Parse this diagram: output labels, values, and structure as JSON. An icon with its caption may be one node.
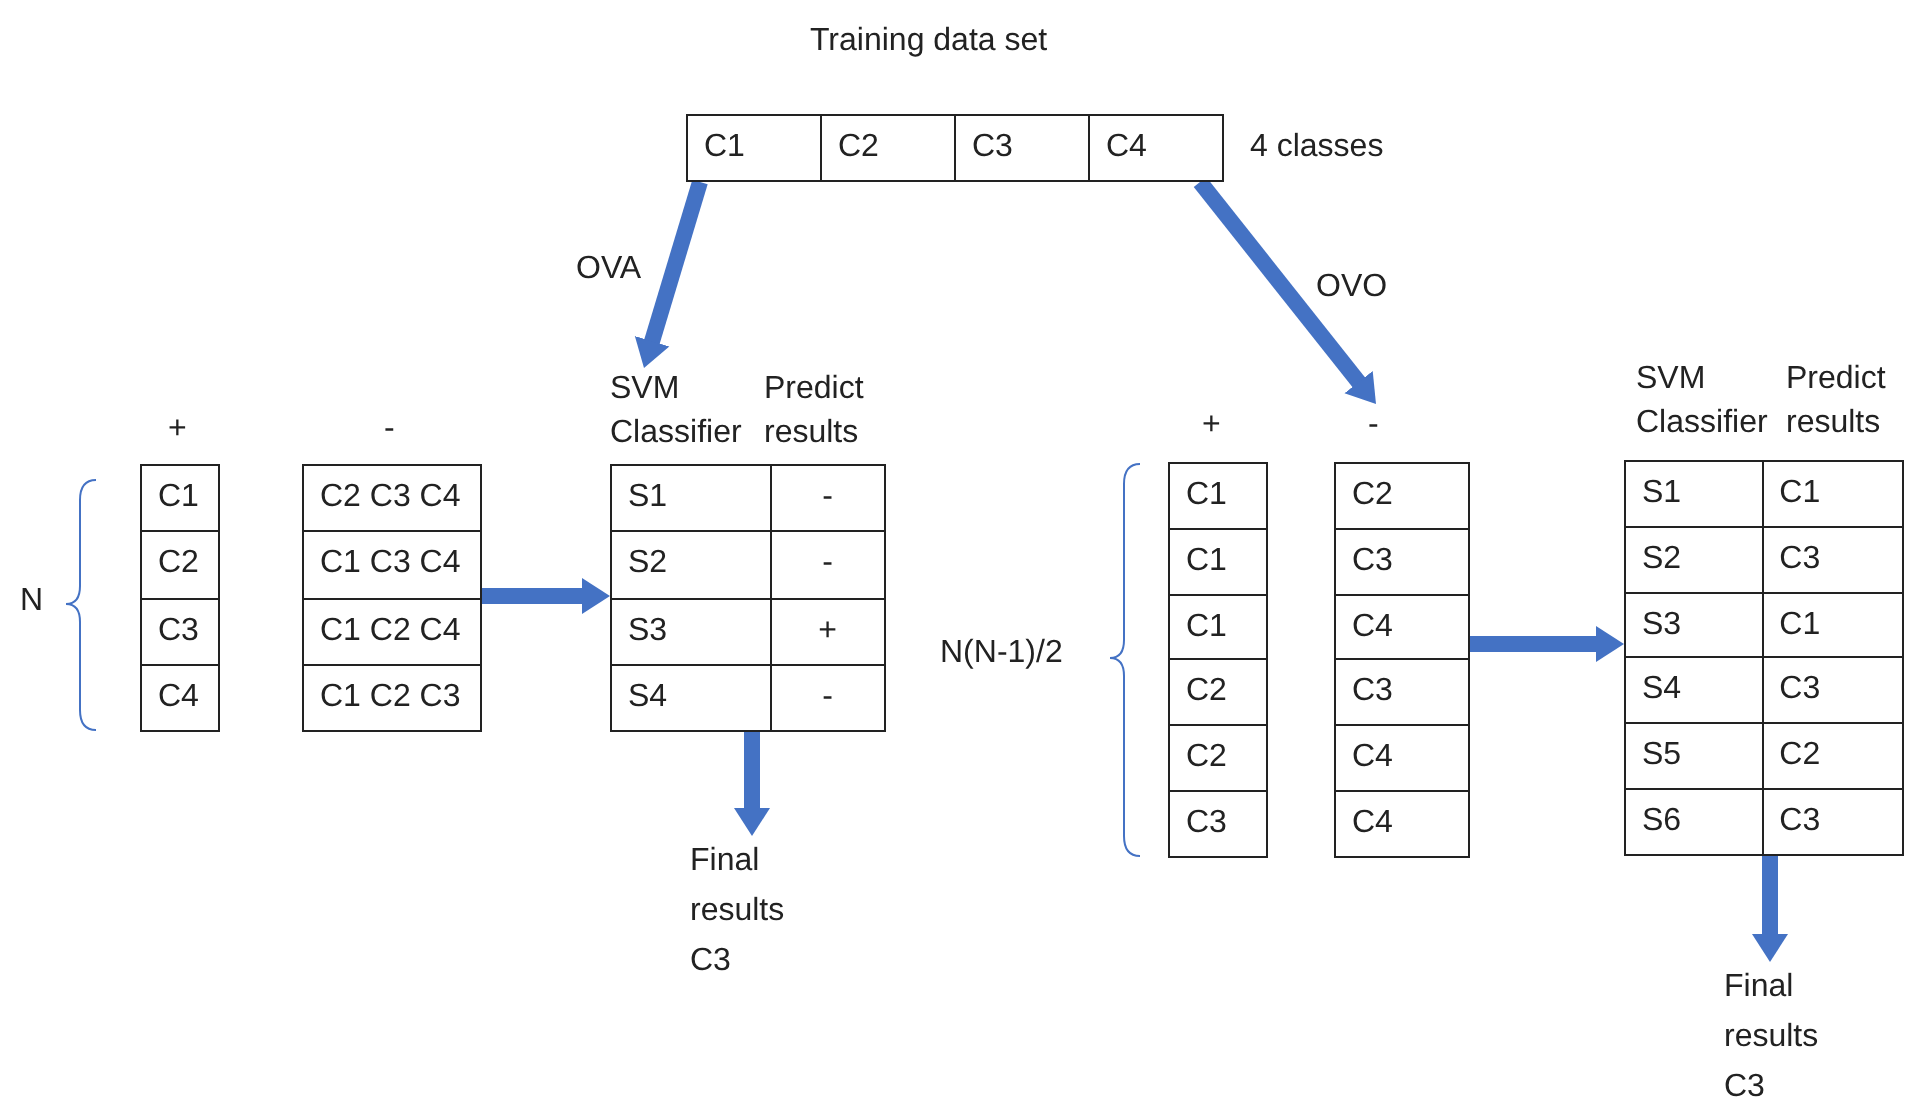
{
  "diagram": {
    "nodes": [
      {
        "text": [
          "Training data set",
          "C1",
          "C2",
          "C3",
          "C4"
        ],
        "beside": [
          "4 classes"
        ]
      },
      {
        "text": [
          "+",
          "C1",
          "C2",
          "C3",
          "C4"
        ]
      },
      {
        "text": [
          "-",
          "C2 C3 C4",
          "C1 C3 C4",
          "C1 C2 C4",
          "C1 C2 C3"
        ]
      },
      {
        "text": [
          "SVM Classifier",
          "Predict results",
          "S1",
          "-",
          "S2",
          "-",
          "S3",
          "+",
          "S4",
          "-"
        ]
      },
      {
        "text": [
          "Final results",
          "C3"
        ]
      },
      {
        "text": [
          "+",
          "C1",
          "C1",
          "C1",
          "C2",
          "C2",
          "C3"
        ]
      },
      {
        "text": [
          "-",
          "C2",
          "C3",
          "C4",
          "C3",
          "C4",
          "C4"
        ]
      },
      {
        "text": [
          "SVM Classifier",
          "Predict results",
          "S1",
          "C1",
          "S2",
          "C3",
          "S3",
          "C1",
          "S4",
          "C3",
          "S5",
          "C2",
          "S6",
          "C3"
        ]
      },
      {
        "text": [
          "Final results",
          "C3"
        ]
      }
    ],
    "edges": [
      {
        "from": 0,
        "to": 3,
        "arrow": "to",
        "label": "OVA"
      },
      {
        "from": 0,
        "to": 6,
        "arrow": "to",
        "label": "OVO"
      },
      {
        "from": 2,
        "to": 3,
        "arrow": "to"
      },
      {
        "from": 3,
        "to": 4,
        "arrow": "to"
      },
      {
        "from": 6,
        "to": 7,
        "arrow": "to"
      },
      {
        "from": 7,
        "to": 8,
        "arrow": "to"
      }
    ],
    "labels": [
      "N",
      "N(N-1)/2"
    ]
  }
}
